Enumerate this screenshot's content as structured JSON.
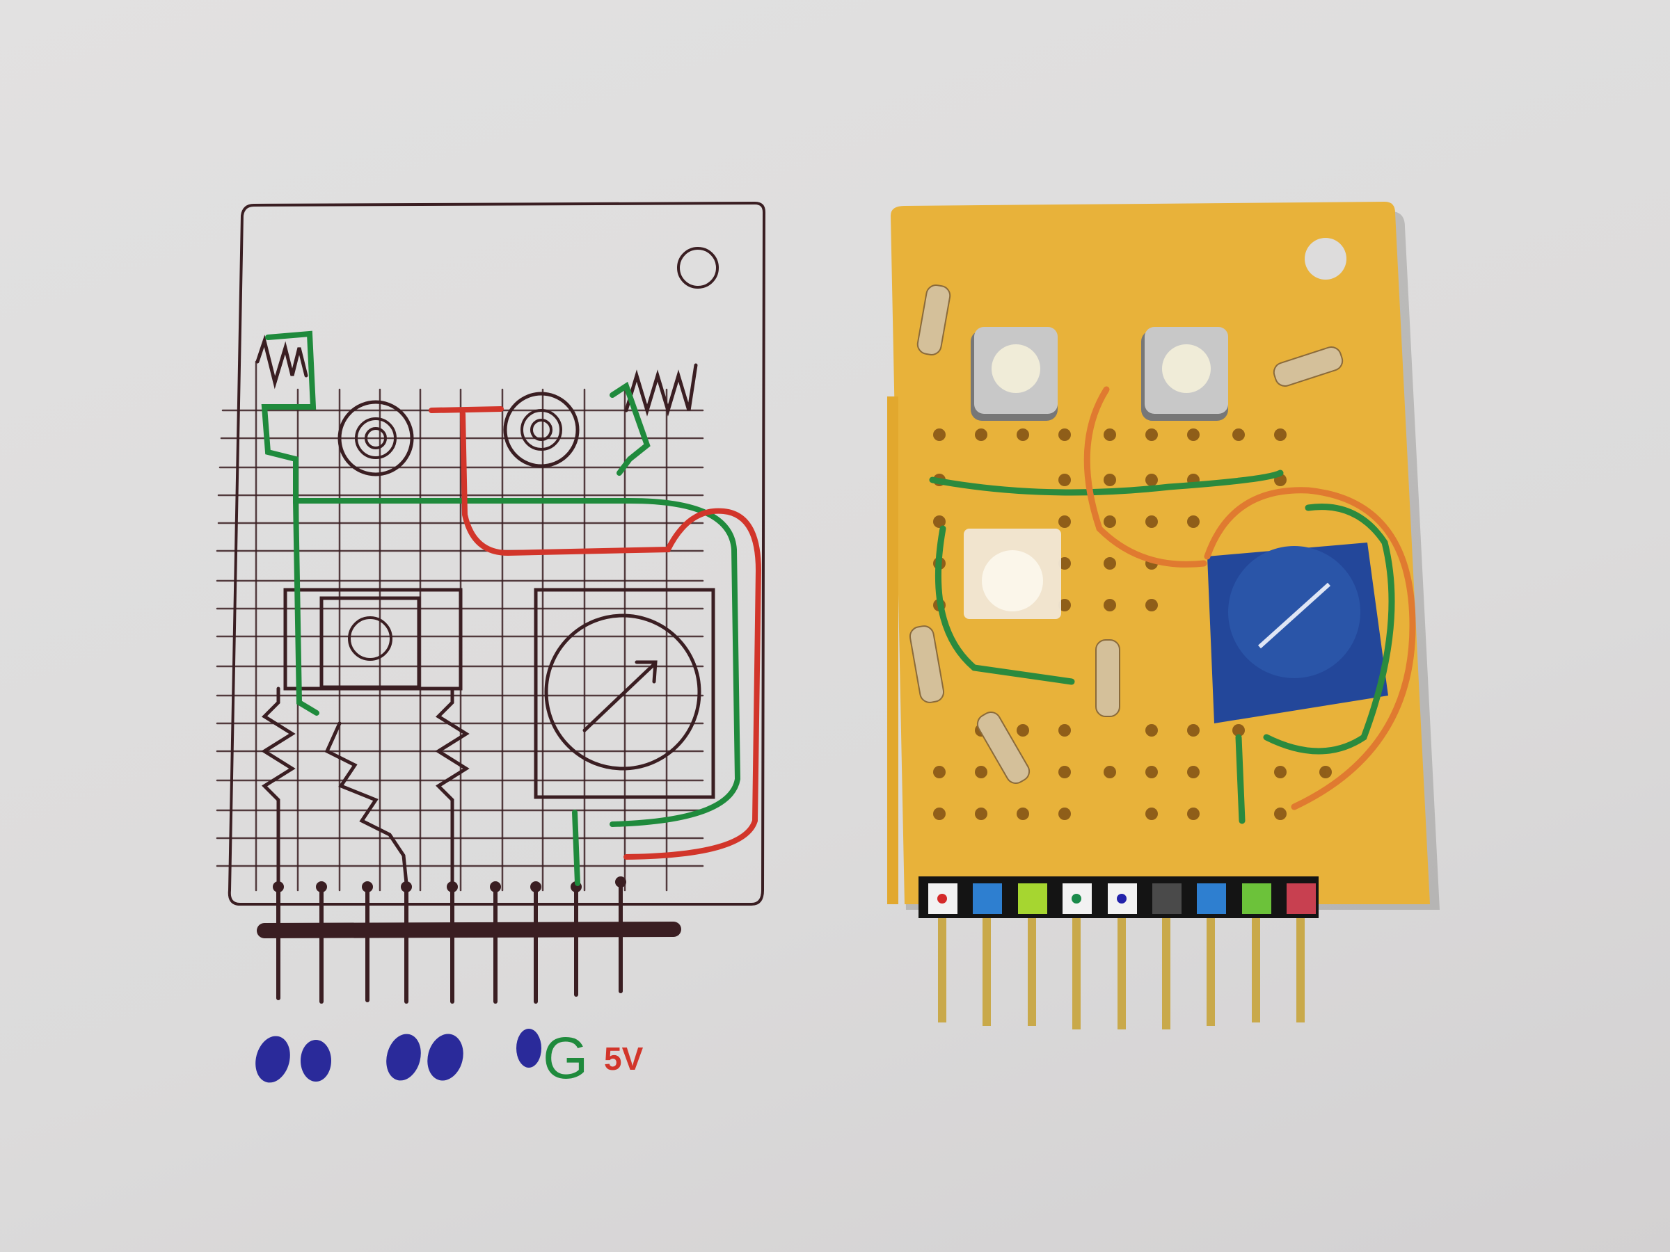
{
  "scene": {
    "description": "Hand-drawn stripboard layout sketch on paper next to the assembled yellow perfboard circuit",
    "background_color": "#dddcdc"
  },
  "sketch": {
    "ink_color": "#3a1e22",
    "wire_colors": {
      "ground": "#1f8a3c",
      "power": "#d2352a"
    },
    "pin_labels": [
      "●",
      "●",
      "●",
      "●",
      "●",
      "G",
      "5V"
    ],
    "pin_label_colors": {
      "signal": "#2a2a9a",
      "ground": "#1f8a3c",
      "power": "#d2352a"
    },
    "components": [
      "resistor",
      "push-button",
      "push-button",
      "resistor",
      "led",
      "resistor",
      "resistor",
      "resistor",
      "potentiometer"
    ]
  },
  "board": {
    "pcb_color": "#e8b23a",
    "components": [
      "resistor",
      "push-button",
      "push-button",
      "resistor",
      "led",
      "resistor",
      "resistor",
      "resistor",
      "potentiometer"
    ],
    "pot_color": "#2a55a8",
    "header_pins": [
      {
        "label_color": "#f2f2f2",
        "dot": "#d42a2a"
      },
      {
        "label_color": "#2e7fd0",
        "dot": null
      },
      {
        "label_color": "#a6d630",
        "dot": null
      },
      {
        "label_color": "#f2f2f2",
        "dot": "#1a8a4a"
      },
      {
        "label_color": "#f2f2f2",
        "dot": "#2222aa"
      },
      {
        "label_color": "#4a4a4a",
        "dot": null
      },
      {
        "label_color": "#2e7fd0",
        "dot": null
      },
      {
        "label_color": "#6cc23a",
        "dot": null
      },
      {
        "label_color": "#c84050",
        "dot": null
      }
    ]
  }
}
